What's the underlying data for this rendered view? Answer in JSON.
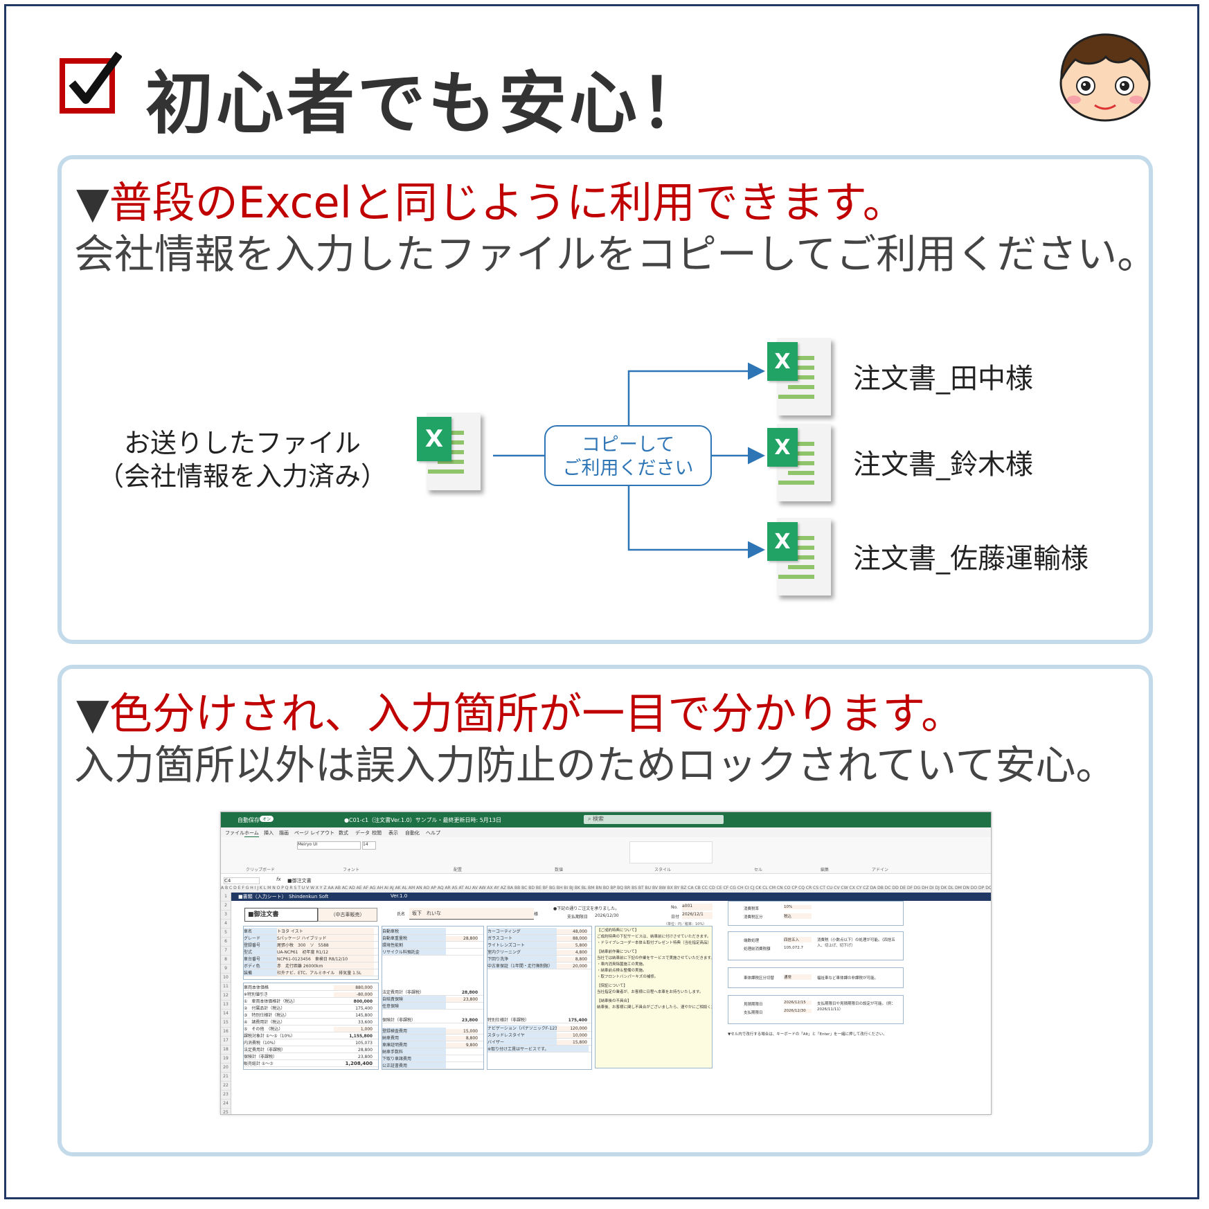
{
  "header": {
    "title": "初心者でも安心！",
    "checkbox_icon": "checkbox-checked-icon",
    "mascot_icon": "boy-face-icon"
  },
  "section1": {
    "marker": "▼",
    "headline": "普段のExcelと同じように利用できます。",
    "subline": "会社情報を入力したファイルをコピーしてご利用ください。",
    "source_label_line1": "お送りしたファイル",
    "source_label_line2": "（会社情報を入力済み）",
    "copy_line1": "コピーして",
    "copy_line2": "ご利用ください",
    "excel_badge": "X",
    "files": [
      {
        "name": "注文書_田中様"
      },
      {
        "name": "注文書_鈴木様"
      },
      {
        "name": "注文書_佐藤運輸様"
      }
    ]
  },
  "section2": {
    "marker": "▼",
    "headline": "色分けされ、入力箇所が一目で分かります。",
    "subline": "入力箇所以外は誤入力防止のためロックされていて安心。"
  },
  "excel": {
    "autosave": "自動保存",
    "autosave_state": "オン",
    "doc_title": "●C01-c1（注文書Ver.1.0）サンプル・最終更新日時: 5月13日",
    "search": "検索",
    "tabs": [
      "ファイル",
      "ホーム",
      "挿入",
      "描画",
      "ページ レイアウト",
      "数式",
      "データ",
      "校閲",
      "表示",
      "自動化",
      "ヘルプ"
    ],
    "ribbon_groups": [
      "クリップボード",
      "フォント",
      "配置",
      "数値",
      "スタイル",
      "セル",
      "編集",
      "アドイン"
    ],
    "font_name": "Meiryo UI",
    "font_size": "14",
    "cell_ref": "C4",
    "formula": "■御注文書",
    "banner": "■書類（入力シート）　Shindenkun Soft",
    "version": "Ver.1.0",
    "doc_heading": "■御注文書",
    "doc_type": "（中古車販売）",
    "customer_label": "氏名",
    "customer_name": "坂下　れいな",
    "customer_suffix": "様",
    "order_note": "●下記の通りご注文を承りました。",
    "no_label": "No.",
    "no_value": "a001",
    "pay_label": "支払期限日",
    "pay_value": "2026/12/30",
    "date_label": "日付",
    "date_value": "2026/12/1",
    "unit_note": "（単位：円／税率：10%）",
    "vehicle_rows": [
      {
        "label": "車名",
        "value": "トヨタ イスト"
      },
      {
        "label": "グレード",
        "value": "Sパッケージ ハイブリッド"
      },
      {
        "label": "登録番号",
        "value": "尾張小牧　300　ソ　5588"
      },
      {
        "label": "型式",
        "value": "UA-NCP61　初年度 R1/12"
      },
      {
        "label": "車台番号",
        "value": "NCP61-0123456　車検日 R8/12/10"
      },
      {
        "label": "ボディ色",
        "value": "赤　走行距離 26000km"
      },
      {
        "label": "装備",
        "value": "社外ナビ、ETC、アルミホイル　排気量 1.5L"
      }
    ],
    "price_rows": [
      {
        "label": "車両本体価格",
        "value": "880,000"
      },
      {
        "label": "※特別値引き",
        "value": "-80,000"
      },
      {
        "label": "①　車両本体価格計（税込）",
        "value": "800,000"
      },
      {
        "label": "②　付属品計（税込）",
        "value": "175,400"
      },
      {
        "label": "③　特別仕様計（税込）",
        "value": "145,800"
      },
      {
        "label": "④　諸費用計（税込）",
        "value": "33,600"
      },
      {
        "label": "⑤　その他　（税込）",
        "value": "1,000"
      },
      {
        "label": "課税対象計 ①〜⑤（10%）",
        "value": "1,155,800"
      },
      {
        "label": "内消費税（10%）",
        "value": "105,073"
      },
      {
        "label": "法定費用計（非課税）",
        "value": "28,800"
      },
      {
        "label": "保険計（非課税）",
        "value": "23,800"
      },
      {
        "label": "販売総計 ①〜⑦",
        "value": "1,208,400"
      }
    ],
    "fees_rows": [
      {
        "label": "自動車税",
        "value": ""
      },
      {
        "label": "自動車重量税",
        "value": "28,800"
      },
      {
        "label": "環境性能割",
        "value": ""
      },
      {
        "label": "リサイクル料預託金",
        "value": ""
      },
      {
        "label": "法定費用計（非課税）",
        "value": "28,800"
      },
      {
        "label": "自賠責保険",
        "value": "23,800"
      },
      {
        "label": "任意保険",
        "value": ""
      },
      {
        "label": "保険計（非課税）",
        "value": "23,800"
      },
      {
        "label": "登録検査費用",
        "value": "15,000"
      },
      {
        "label": "納車費用",
        "value": "8,800"
      },
      {
        "label": "車庫証明費用",
        "value": "9,800"
      },
      {
        "label": "納車手数料",
        "value": ""
      },
      {
        "label": "下取り車諸費用",
        "value": ""
      },
      {
        "label": "公正証書費用",
        "value": ""
      }
    ],
    "options_rows": [
      {
        "label": "カーコーティング",
        "value": "48,000"
      },
      {
        "label": "ガラスコート",
        "value": "88,000"
      },
      {
        "label": "ライトレンズコート",
        "value": "5,800"
      },
      {
        "label": "室内クリーニング",
        "value": "4,800"
      },
      {
        "label": "下回り洗浄",
        "value": "8,800"
      },
      {
        "label": "中古車保証（1年間・走行無制限）",
        "value": "20,000"
      },
      {
        "label": "特別仕様計（非課税）",
        "value": "175,400"
      },
      {
        "label": "ナビゲーション（パナソニックF-123）",
        "value": "120,000"
      },
      {
        "label": "スタッドレスタイヤ",
        "value": "10,000"
      },
      {
        "label": "バイザー",
        "value": "15,800"
      },
      {
        "label": "※取り付け工賃はサービスです。",
        "value": ""
      }
    ],
    "notes_title": "【ご成約特典について】",
    "notes": [
      "ご成約特典の下記サービスは、納車前に付けさせていただきます。",
      "・ドライブレコーダー本体＆取付プレゼント特典（当社指定商品）",
      "【納車前作業について】",
      "当社では納車前に下記の作業をサービスで実施させていただきます。",
      "・車内消臭除菌施工の実施。",
      "・納車前点検＆整備の実施。",
      "・取フロントバンパーキズの補修。",
      "【保証について】",
      "当社指定の業者が、お客様に日程へ本車をお持ちいたします。",
      "【納車後の不具合】",
      "納車後、お客様に関し不具合がございましたら、速やかにご相談ください。"
    ],
    "side": {
      "tax_rate_label": "消費税率",
      "tax_rate_value": "10%",
      "tax_type_label": "消費税区分",
      "tax_type_value": "税込",
      "round_label": "端数処理",
      "round_value": "四捨五入",
      "round_note": "消費税（小数点以下）の処理が可能。（四捨五入、切上げ、切下げ）",
      "pre_tax_label": "処理前消費税額",
      "pre_tax_value": "105,072.7",
      "c_label": "車体課税区分切替",
      "c_value": "通常",
      "c_note": "福祉車など車体課の非課税が可能。",
      "due_label": "見積期限日",
      "due_value": "2026/12/15",
      "pay2_label": "支払期限日",
      "pay2_value": "2026/12/30",
      "due_note": "支払期限日や見積期限日の設定が可能。（例：2026/11/11）",
      "footer_note": "▼セル内で改行する場合は、キーボードの「Alt」と「Enter」を一緒に押して改行ください。"
    }
  }
}
